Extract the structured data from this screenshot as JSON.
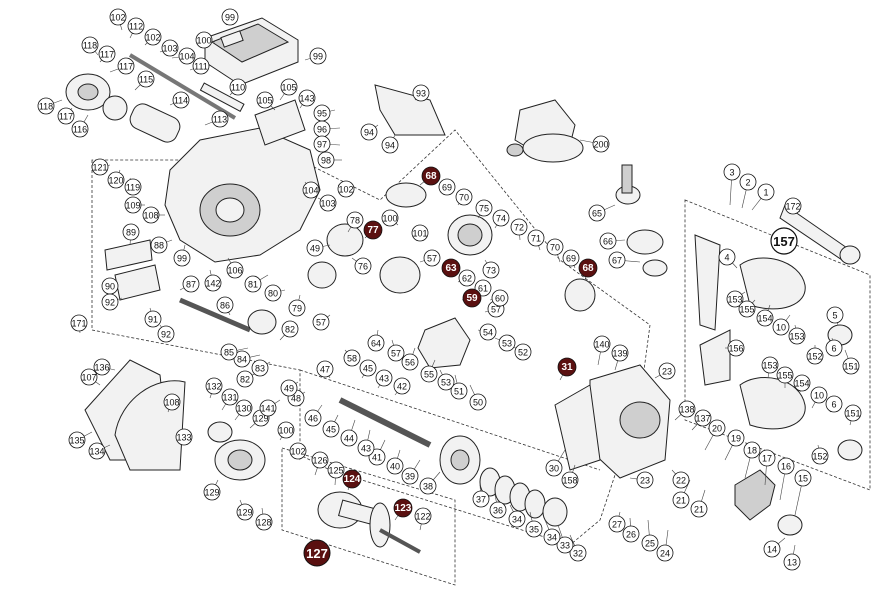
{
  "labels": {
    "l1": "1",
    "l2": "2",
    "l3": "3",
    "l4": "4",
    "l5": "5",
    "l6a": "6",
    "l6b": "6",
    "l10a": "10",
    "l10b": "10",
    "l13": "13",
    "l14": "14",
    "l15": "15",
    "l16": "16",
    "l17": "17",
    "l18": "18",
    "l19": "19",
    "l20": "20",
    "l21a": "21",
    "l21b": "21",
    "l22": "22",
    "l23a": "23",
    "l23b": "23",
    "l24": "24",
    "l25": "25",
    "l26": "26",
    "l27": "27",
    "l30": "30",
    "l32": "32",
    "l33": "33",
    "l34a": "34",
    "l34b": "34",
    "l35": "35",
    "l36": "36",
    "l37": "37",
    "l38": "38",
    "l39": "39",
    "l40": "40",
    "l41": "41",
    "l42": "42",
    "l43a": "43",
    "l43b": "43",
    "l44": "44",
    "l45a": "45",
    "l45b": "45",
    "l46": "46",
    "l47": "47",
    "l48": "48",
    "l49a": "49",
    "l49b": "49",
    "l50": "50",
    "l51": "51",
    "l52": "52",
    "l53a": "53",
    "l53b": "53",
    "l54": "54",
    "l55": "55",
    "l56": "56",
    "l57a": "57",
    "l57b": "57",
    "l57c": "57",
    "l57d": "57",
    "l58": "58",
    "l60": "60",
    "l61": "61",
    "l62": "62",
    "l64": "64",
    "l65": "65",
    "l66": "66",
    "l67": "67",
    "l69a": "69",
    "l69b": "69",
    "l70a": "70",
    "l70b": "70",
    "l71": "71",
    "l72": "72",
    "l73": "73",
    "l74": "74",
    "l75": "75",
    "l76": "76",
    "l78": "78",
    "l79": "79",
    "l80": "80",
    "l81": "81",
    "l82a": "82",
    "l82b": "82",
    "l83": "83",
    "l84": "84",
    "l85": "85",
    "l86": "86",
    "l87": "87",
    "l88": "88",
    "l89": "89",
    "l90": "90",
    "l91": "91",
    "l92a": "92",
    "l92b": "92",
    "l93": "93",
    "l94a": "94",
    "l94b": "94",
    "l95": "95",
    "l96": "96",
    "l97": "97",
    "l98": "98",
    "l99a": "99",
    "l99b": "99",
    "l99c": "99",
    "l100a": "100",
    "l100b": "100",
    "l100c": "100",
    "l101": "101",
    "l102a": "102",
    "l102b": "102",
    "l102c": "102",
    "l102d": "102",
    "l103a": "103",
    "l103b": "103",
    "l104a": "104",
    "l104b": "104",
    "l105a": "105",
    "l105b": "105",
    "l106": "106",
    "l107": "107",
    "l108a": "108",
    "l108b": "108",
    "l109": "109",
    "l110": "110",
    "l111": "111",
    "l112": "112",
    "l113": "113",
    "l114": "114",
    "l115": "115",
    "l116": "116",
    "l117a": "117",
    "l117b": "117",
    "l117c": "117",
    "l118a": "118",
    "l118b": "118",
    "l119": "119",
    "l120": "120",
    "l121": "121",
    "l122": "122",
    "l125": "125",
    "l126": "126",
    "l128": "128",
    "l129a": "129",
    "l129b": "129",
    "l129c": "129",
    "l130": "130",
    "l131": "131",
    "l132": "132",
    "l133": "133",
    "l134": "134",
    "l135": "135",
    "l136": "136",
    "l137": "137",
    "l138": "138",
    "l139": "139",
    "l140": "140",
    "l141": "141",
    "l142": "142",
    "l143": "143",
    "l151a": "151",
    "l151b": "151",
    "l152a": "152",
    "l152b": "152",
    "l153a": "153",
    "l153b": "153",
    "l153c": "153",
    "l154a": "154",
    "l154b": "154",
    "l155a": "155",
    "l155b": "155",
    "l156": "156",
    "l158": "158",
    "l171": "171",
    "l172": "172",
    "l200": "200"
  },
  "highlighted": {
    "h31": "31",
    "h59": "59",
    "h63": "63",
    "h68a": "68",
    "h68b": "68",
    "h77": "77",
    "h123": "123",
    "h124": "124"
  },
  "big_labels": {
    "b157": "157",
    "b127": "127"
  },
  "colors": {
    "highlight": "#5a1010",
    "line": "#222222",
    "background": "#ffffff"
  }
}
